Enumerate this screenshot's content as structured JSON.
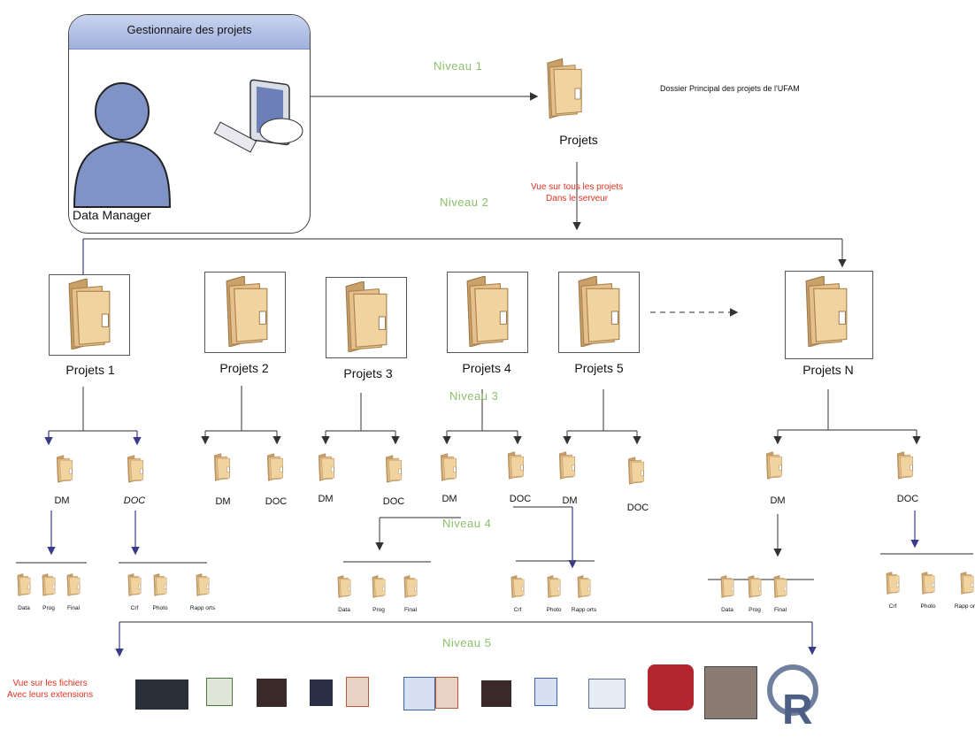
{
  "manager": {
    "title": "Gestionnaire des projets",
    "role": "Data Manager"
  },
  "levels": [
    "Niveau 1",
    "Niveau 2",
    "Niveau 3",
    "Niveau 4",
    "Niveau 5"
  ],
  "root": {
    "label": "Projets",
    "note": "Dossier Principal des projets de l'UFAM"
  },
  "root_annotation": [
    "Vue sur tous les projets",
    "Dans le serveur"
  ],
  "projects": [
    "Projets 1",
    "Projets 2",
    "Projets 3",
    "Projets 4",
    "Projets 5",
    "Projets N"
  ],
  "subfolders": [
    "DM",
    "DOC",
    "DM",
    "DOC",
    "DM",
    "DOC",
    "DM",
    "DOC",
    "DM",
    "DOC",
    "DM",
    "DOC"
  ],
  "dm_files": [
    "Data",
    "Prog",
    "Final"
  ],
  "doc_files": [
    "Crf",
    "Photo",
    "Rapp orts"
  ],
  "files_annotation": [
    "Vue sur les fichiers",
    "Avec leurs extensions"
  ],
  "file_types": [
    "stata-icon",
    "excel-icon",
    "epidata-icon",
    "spss-icon",
    "powerpoint-icon",
    "word-icon",
    "powerpoint-icon",
    "epidata-icon",
    "word-icon",
    "project-icon",
    "access-icon",
    "book-icon",
    "r-icon"
  ]
}
